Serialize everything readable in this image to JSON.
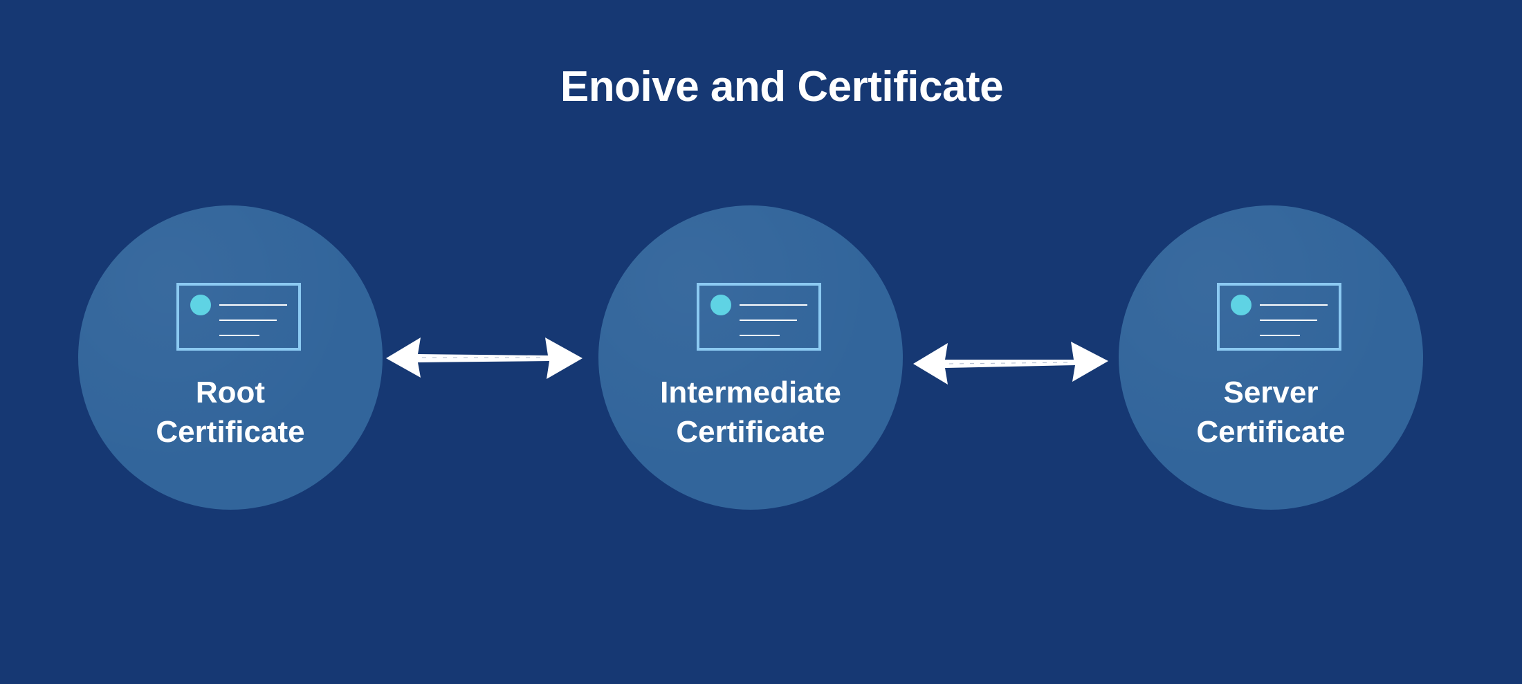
{
  "title": "Enoive and Certificate",
  "colors": {
    "background": "#163873",
    "circle": "#32659b",
    "icon_frame": "#8ccaf2",
    "icon_dot": "#5fd3e4",
    "text": "#ffffff"
  },
  "nodes": [
    {
      "line1": "Root",
      "line2": "Certificate",
      "icon": "certificate-icon"
    },
    {
      "line1": "Intermediate",
      "line2": "Certificate",
      "icon": "certificate-icon"
    },
    {
      "line1": "Server",
      "line2": "Certificate",
      "icon": "certificate-icon"
    }
  ],
  "connectors": [
    {
      "from": "Root Certificate",
      "to": "Intermediate Certificate",
      "style": "double-headed-arrow"
    },
    {
      "from": "Intermediate Certificate",
      "to": "Server Certificate",
      "style": "double-headed-arrow"
    }
  ]
}
